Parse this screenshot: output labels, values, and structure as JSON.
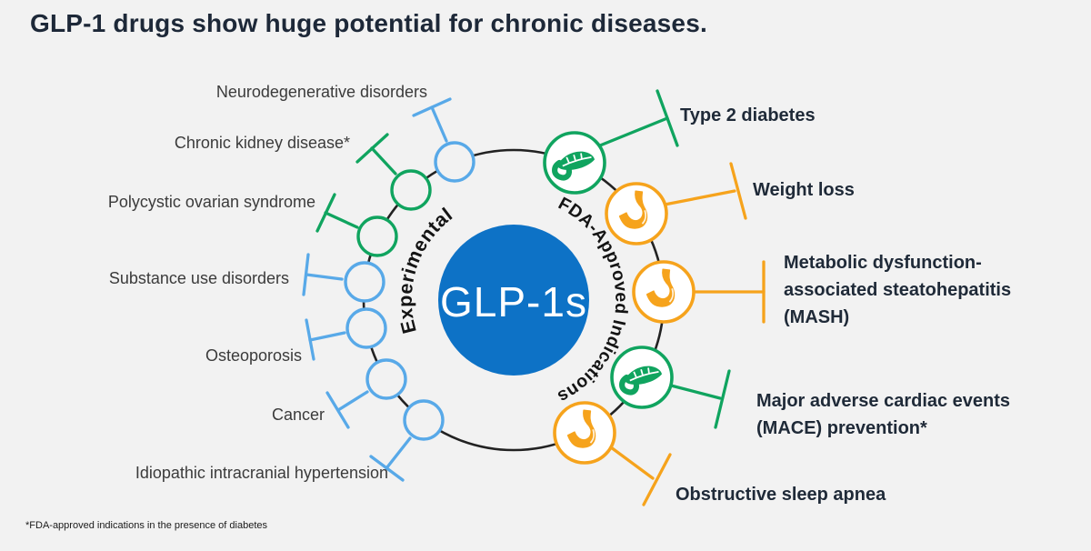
{
  "title": "GLP-1 drugs show huge potential for chronic diseases.",
  "footnote": "*FDA-approved indications in the presence of diabetes",
  "center": {
    "label": "GLP-1s",
    "color": "#0d72c6"
  },
  "ring": {
    "experimental_arc_label": "Experimental",
    "approved_arc_label": "FDA-Approved Indications"
  },
  "colors": {
    "experimental_blue": "#58a9e8",
    "approved_green": "#10a45f",
    "approved_orange": "#f6a31c",
    "center_blue": "#0d72c6",
    "ring_line": "#222222",
    "background": "#f2f2f2",
    "title_text": "#1d2838",
    "experimental_label_text": "#3b3b3b",
    "approved_label_text": "#1f2a38"
  },
  "experimental": {
    "items": [
      {
        "label": "Neurodegenerative disorders",
        "color": "#58a9e8"
      },
      {
        "label": "Chronic kidney disease*",
        "color": "#10a45f"
      },
      {
        "label": "Polycystic ovarian syndrome",
        "color": "#10a45f"
      },
      {
        "label": "Substance use disorders",
        "color": "#58a9e8"
      },
      {
        "label": "Osteoporosis",
        "color": "#58a9e8"
      },
      {
        "label": "Cancer",
        "color": "#58a9e8"
      },
      {
        "label": "Idiopathic intracranial hypertension",
        "color": "#58a9e8"
      }
    ]
  },
  "approved": {
    "items": [
      {
        "label": "Type 2 diabetes",
        "icon": "pancreas-icon",
        "color": "#10a45f"
      },
      {
        "label": "Weight loss",
        "icon": "stomach-icon",
        "color": "#f6a31c"
      },
      {
        "label": "Metabolic dysfunction-associated steatohepatitis (MASH)",
        "icon": "stomach-icon",
        "color": "#f6a31c"
      },
      {
        "label": "Major adverse cardiac events (MACE) prevention*",
        "icon": "pancreas-icon",
        "color": "#10a45f"
      },
      {
        "label": "Obstructive sleep apnea",
        "icon": "stomach-icon",
        "color": "#f6a31c"
      }
    ]
  }
}
